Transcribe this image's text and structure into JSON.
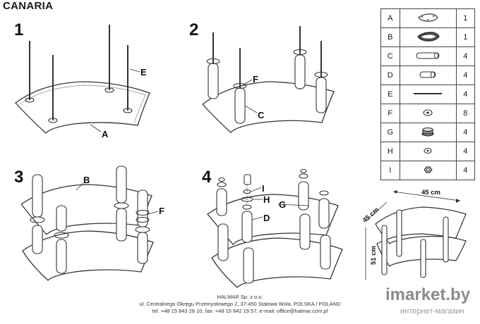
{
  "title": "CANARIA",
  "steps": {
    "n1": "1",
    "n2": "2",
    "n3": "3",
    "n4": "4",
    "s1_A": "A",
    "s1_E": "E",
    "s2_F": "F",
    "s2_C": "C",
    "s3_B": "B",
    "s3_F": "F",
    "s4_I": "I",
    "s4_H": "H",
    "s4_G": "G",
    "s4_D": "D"
  },
  "dimensions": {
    "width": "45 cm",
    "depth": "45 cm",
    "height": "51 cm"
  },
  "parts": [
    {
      "letter": "A",
      "qty": "1",
      "icon": "glass-top-small-icon"
    },
    {
      "letter": "B",
      "qty": "1",
      "icon": "glass-top-large-icon"
    },
    {
      "letter": "C",
      "qty": "4",
      "icon": "long-tube-icon"
    },
    {
      "letter": "D",
      "qty": "4",
      "icon": "short-tube-icon"
    },
    {
      "letter": "E",
      "qty": "4",
      "icon": "threaded-rod-icon"
    },
    {
      "letter": "F",
      "qty": "8",
      "icon": "washer-icon"
    },
    {
      "letter": "G",
      "qty": "4",
      "icon": "foot-cap-icon"
    },
    {
      "letter": "H",
      "qty": "4",
      "icon": "small-washer-icon"
    },
    {
      "letter": "I",
      "qty": "4",
      "icon": "nut-icon"
    }
  ],
  "footer": {
    "line1": "HALMAR Sp. z o.o.",
    "line2": "ul. Centralnego Okręgu Przemysłowego 2, 37-450 Stalowa Wola, POLSKA / POLAND",
    "line3": "tel. +48 15 843 28 10, fax: +48 15 842 19 57, e-mail: office@halmar.com.pl"
  },
  "watermark": {
    "main": "imarket.by",
    "sub": "интернет-магазин"
  }
}
